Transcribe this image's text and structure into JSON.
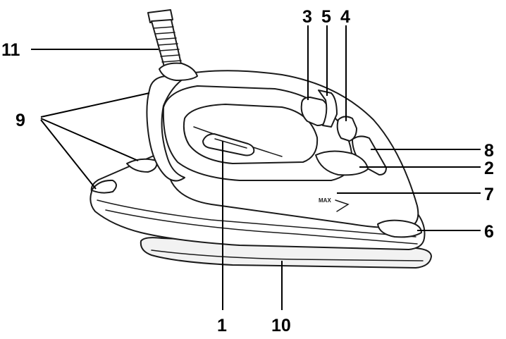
{
  "labels": {
    "cord_guard": "11",
    "rear_points": "9",
    "spray_button": "3",
    "shot_button": "5",
    "steam_control": "4",
    "light": "8",
    "temperature_dial": "2",
    "water_tank": "7",
    "water_inlet": "6",
    "soleplate": "10",
    "fill_cover": "1"
  },
  "marks": {
    "max_level": "MAX"
  },
  "colors": {
    "line": "#1a1a1a",
    "fill": "#ffffff",
    "shade": "#f2f2f2"
  }
}
